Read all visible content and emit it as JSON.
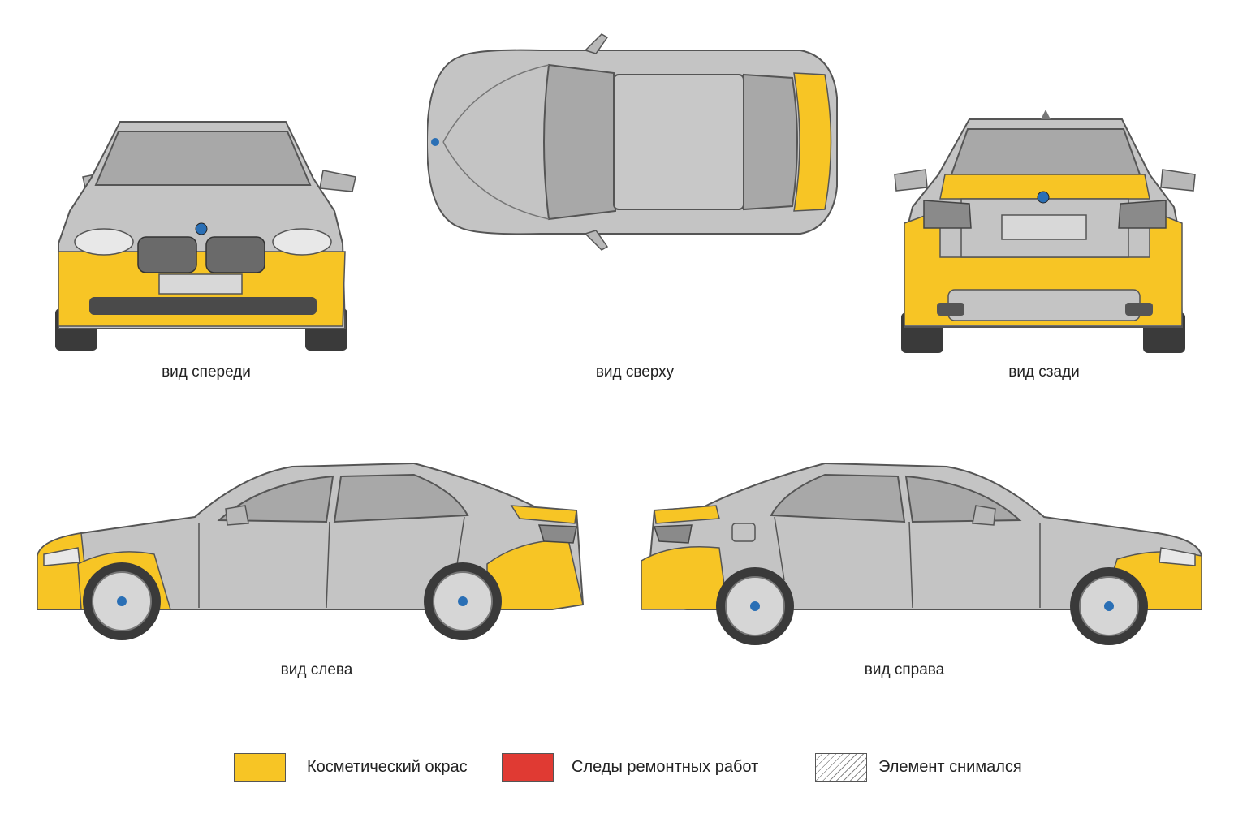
{
  "colors": {
    "body": "#c4c4c4",
    "outline": "#555555",
    "glass": "#a8a8a8",
    "cosmetic_paint": "#f7c525",
    "repair_traces": "#e03a33",
    "tire": "#3a3a3a",
    "rim": "#d6d6d6"
  },
  "views": {
    "front": {
      "caption": "вид спереди"
    },
    "top": {
      "caption": "вид сверху"
    },
    "rear": {
      "caption": "вид сзади"
    },
    "left": {
      "caption": "вид слева"
    },
    "right": {
      "caption": "вид справа"
    }
  },
  "legend": {
    "items": [
      {
        "label": "Косметический окрас",
        "color": "#f7c525",
        "pattern": "solid"
      },
      {
        "label": "Следы ремонтных работ",
        "color": "#e03a33",
        "pattern": "solid"
      },
      {
        "label": "Элемент снимался",
        "color": "#ffffff",
        "pattern": "hatched"
      }
    ]
  }
}
